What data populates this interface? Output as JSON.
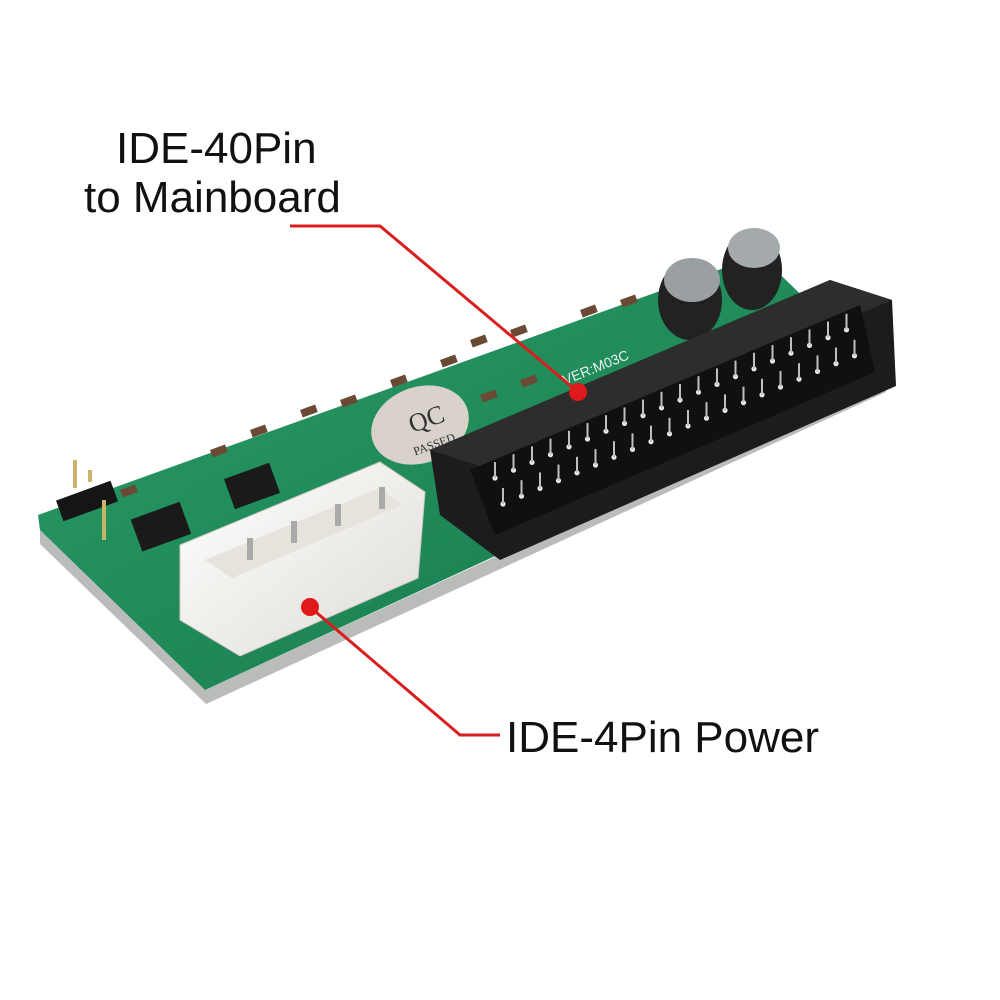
{
  "callouts": {
    "top": {
      "line1": "IDE-40Pin",
      "line2": "to Mainboard"
    },
    "bottom": {
      "text": "IDE-4Pin Power"
    }
  },
  "board_markings": {
    "qc_top": "QC",
    "qc_bottom": "PASSED",
    "version": "VER:M03C"
  },
  "colors": {
    "pcb": "#1f8a5a",
    "connector": "#1c1c1c",
    "molex": "#f2f2ee",
    "callout": "#d81e1e"
  }
}
